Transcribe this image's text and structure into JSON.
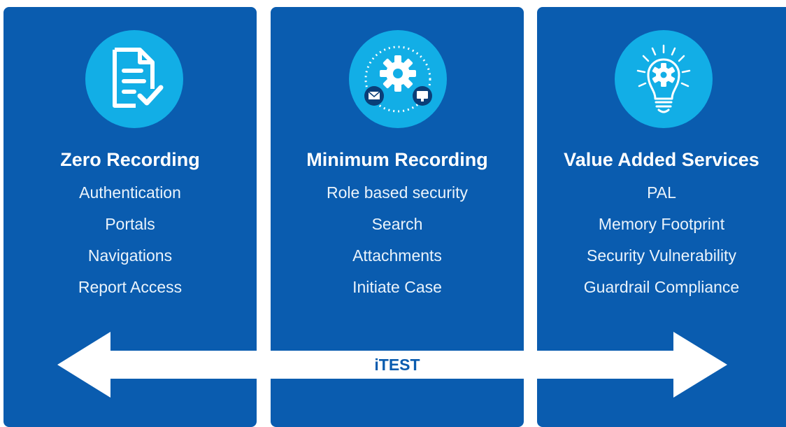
{
  "columns": [
    {
      "title": "Zero Recording",
      "icon": "document-check-icon",
      "items": [
        "Authentication",
        "Portals",
        "Navigations",
        "Report Access"
      ]
    },
    {
      "title": "Minimum Recording",
      "icon": "gear-network-icon",
      "items": [
        "Role based security",
        "Search",
        "Attachments",
        "Initiate Case"
      ]
    },
    {
      "title": "Value Added Services",
      "icon": "lightbulb-gear-icon",
      "items": [
        "PAL",
        "Memory Footprint",
        "Security Vulnerability",
        "Guardrail Compliance"
      ]
    }
  ],
  "arrow": {
    "label": "iTEST"
  },
  "colors": {
    "panel": "#0a5caf",
    "icon_circle": "#12aee6",
    "text": "#ffffff",
    "arrow": "#ffffff",
    "arrow_label": "#0a5caf"
  }
}
